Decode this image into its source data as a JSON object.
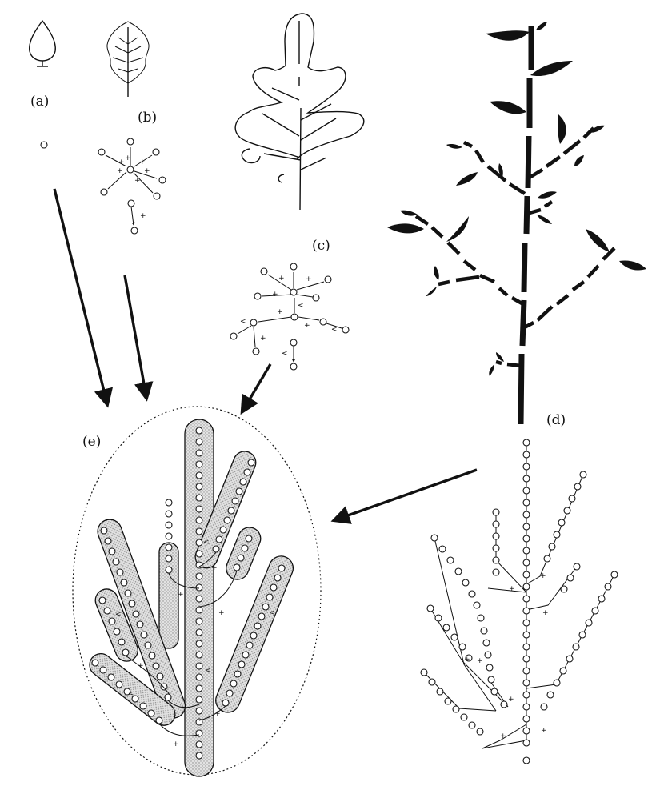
{
  "labels": {
    "a": "(a)",
    "b": "(b)",
    "c": "(c)",
    "d": "(d)",
    "e": "(e)"
  },
  "signs": {
    "plus": "+",
    "less": "<"
  },
  "colors": {
    "ink": "#111111",
    "fill": "#d6d6d6",
    "background": "#ffffff"
  }
}
